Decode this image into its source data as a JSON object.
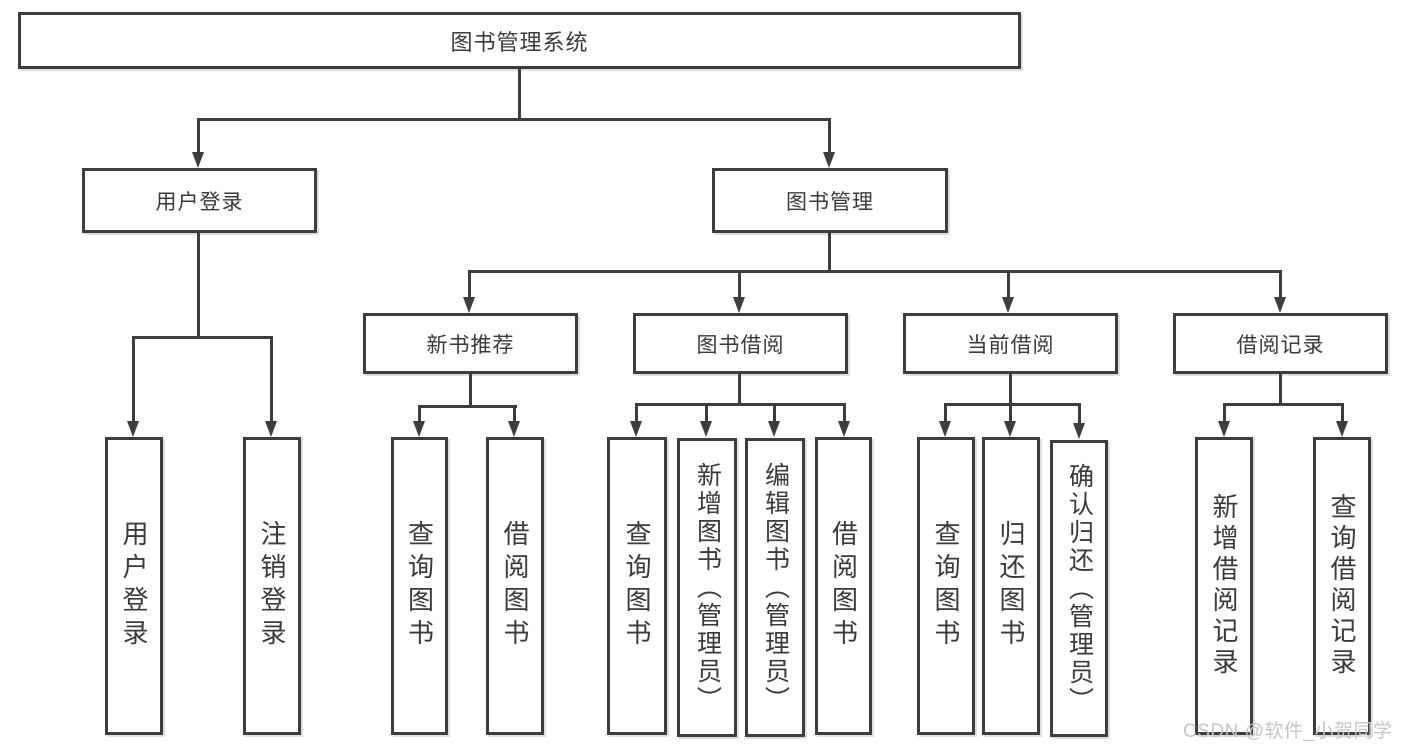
{
  "diagram": {
    "type": "hierarchy-chart",
    "tree": {
      "label": "图书管理系统",
      "children": [
        {
          "label": "用户登录",
          "children": [
            {
              "label": "用户登录"
            },
            {
              "label": "注销登录"
            }
          ]
        },
        {
          "label": "图书管理",
          "children": [
            {
              "label": "新书推荐",
              "children": [
                {
                  "label": "查询图书"
                },
                {
                  "label": "借阅图书"
                }
              ]
            },
            {
              "label": "图书借阅",
              "children": [
                {
                  "label": "查询图书"
                },
                {
                  "label": "新增图书（管理员）"
                },
                {
                  "label": "编辑图书（管理员）"
                },
                {
                  "label": "借阅图书"
                }
              ]
            },
            {
              "label": "当前借阅",
              "children": [
                {
                  "label": "查询图书"
                },
                {
                  "label": "归还图书"
                },
                {
                  "label": "确认归还（管理员）"
                }
              ]
            },
            {
              "label": "借阅记录",
              "children": [
                {
                  "label": "新增借阅记录"
                },
                {
                  "label": "查询借阅记录"
                }
              ]
            }
          ]
        }
      ]
    },
    "colors": {
      "line": "#3d3d3d",
      "node_border": "#3d3d3d",
      "node_fill": "#ffffff",
      "text": "#3a3a3a",
      "watermark": "#c3c6cb",
      "background": "#ffffff"
    }
  },
  "watermark": {
    "text": "CSDN @软件_小贺同学"
  }
}
